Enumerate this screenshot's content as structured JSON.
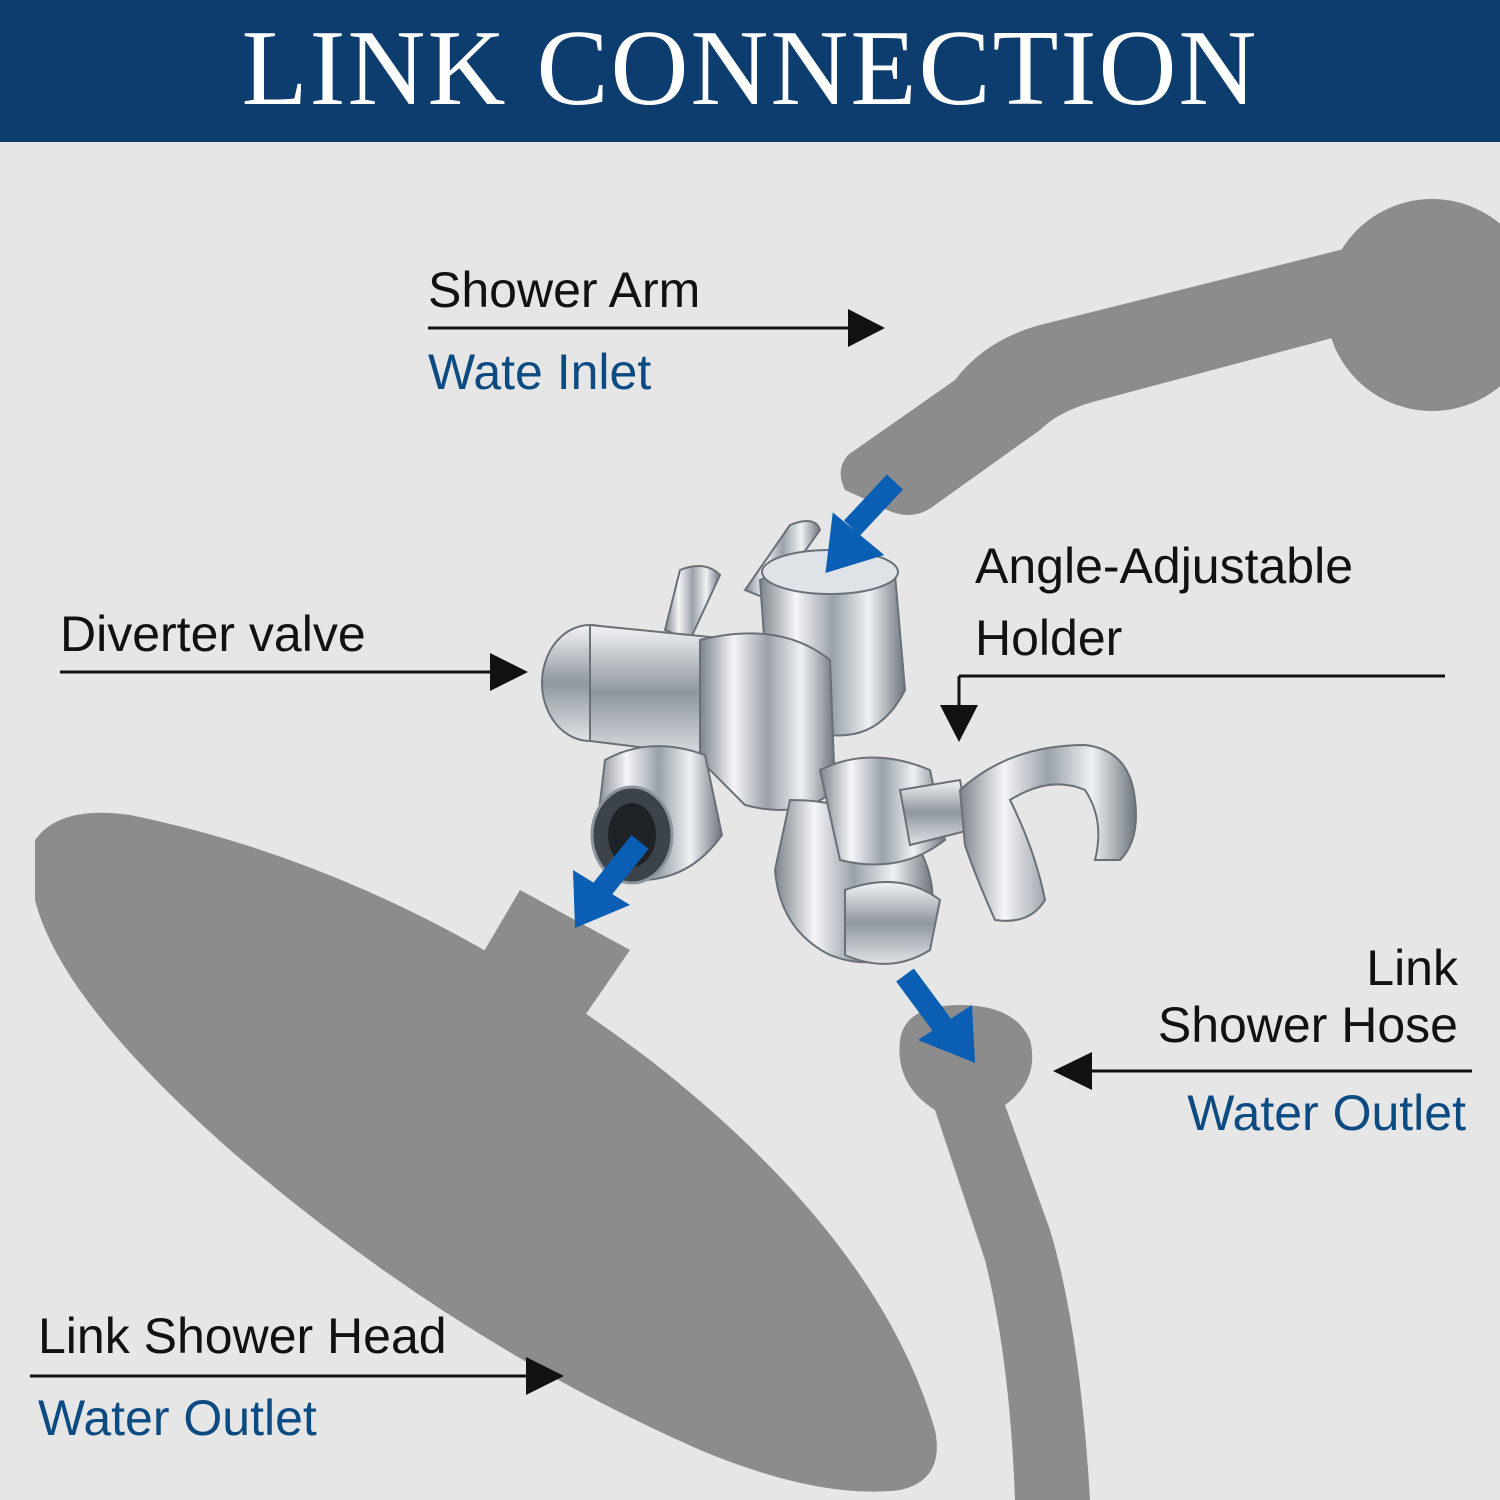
{
  "title": "LINK CONNECTION",
  "colors": {
    "header_bg": "#0c3d6e",
    "background": "#e6e6e6",
    "silhouette": "#8c8c8c",
    "flow_arrow": "#0a5fb4",
    "label_dark": "#111111",
    "label_blue": "#0c4a82",
    "chrome": "#b9bfc6"
  },
  "labels": {
    "shower_arm": "Shower Arm",
    "shower_arm_sub": "Wate Inlet",
    "diverter": "Diverter valve",
    "holder_line1": "Angle-Adjustable",
    "holder_line2": "Holder",
    "hose_line1": "Link",
    "hose_line2": "Shower Hose",
    "hose_sub": "Water Outlet",
    "head": "Link Shower Head",
    "head_sub": "Water Outlet"
  }
}
